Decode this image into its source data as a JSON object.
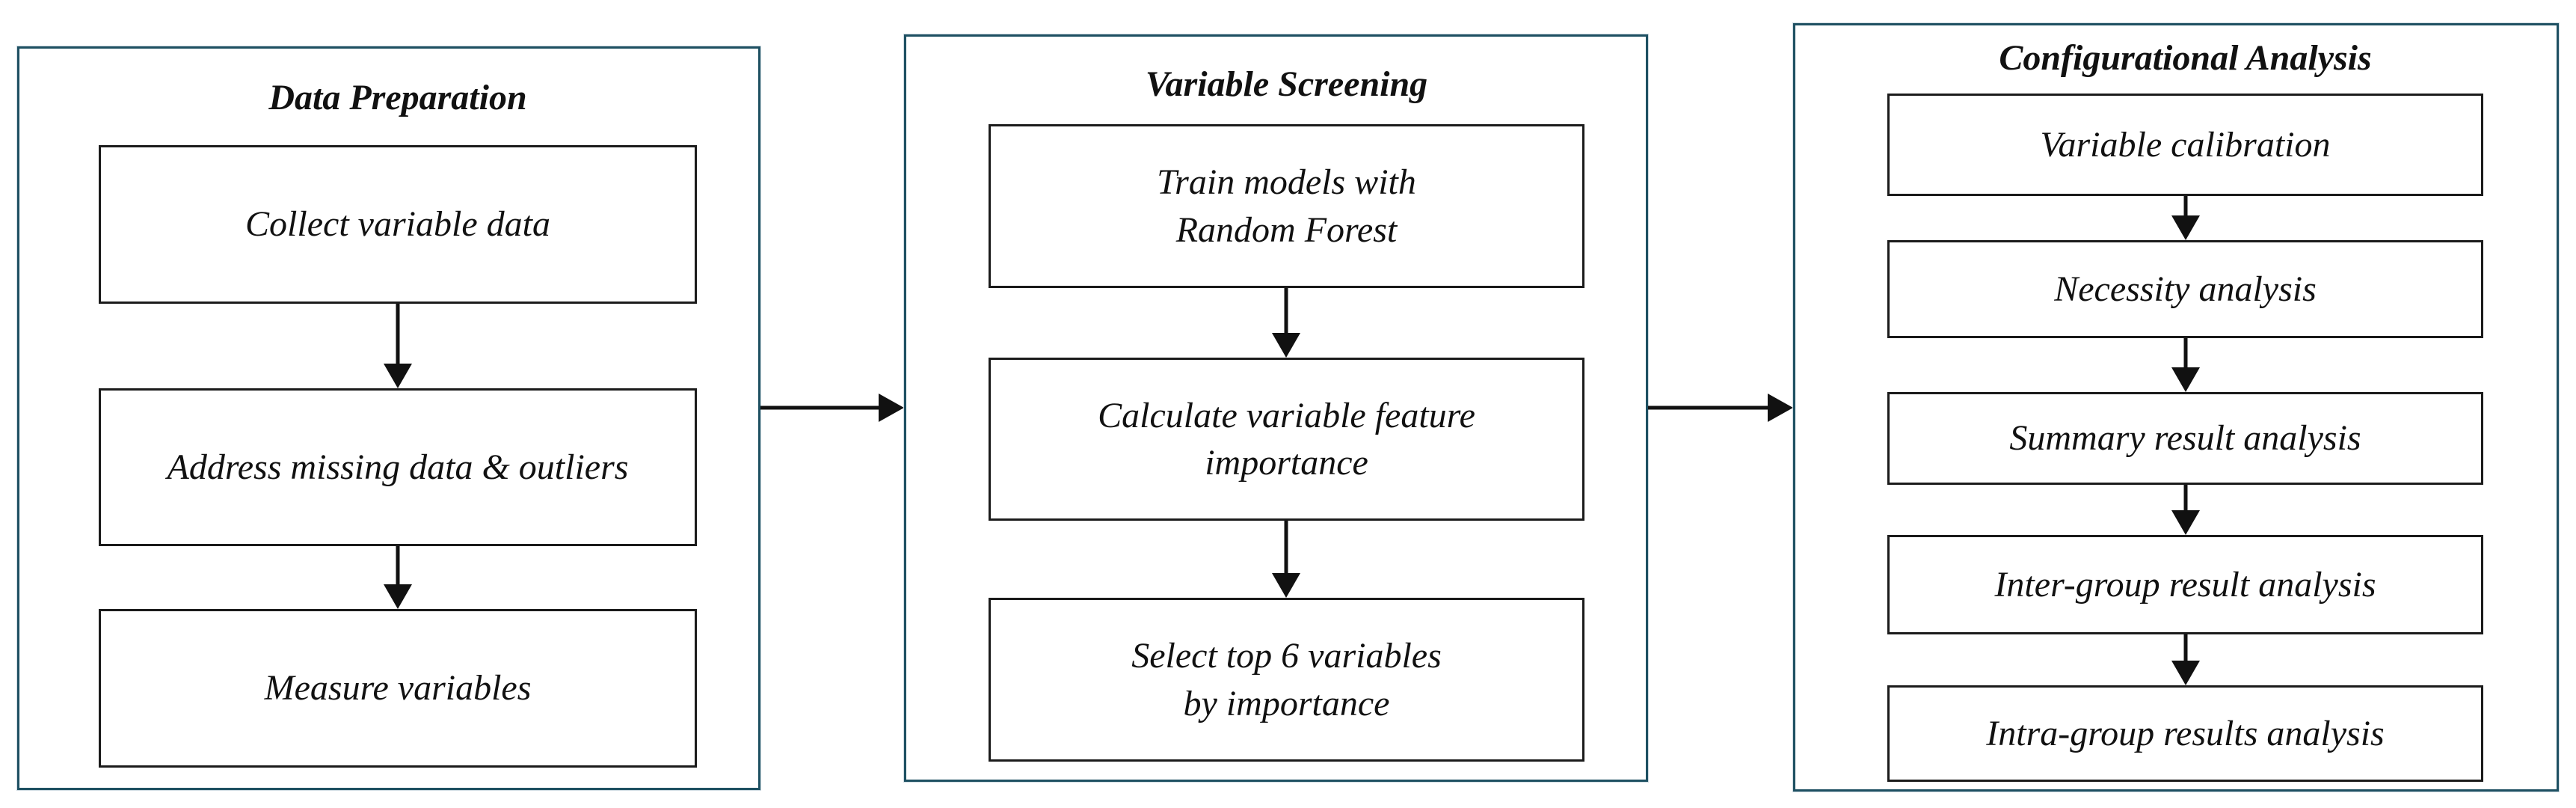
{
  "colors": {
    "background": "#ffffff",
    "panel_border": "#1e5062",
    "box_border": "#1b1b1b",
    "arrow": "#111111",
    "text": "#111111"
  },
  "panels": [
    {
      "title": "Data Preparation",
      "steps": [
        {
          "label": "Collect variable data"
        },
        {
          "label": "Address missing data & outliers"
        },
        {
          "label": "Measure variables"
        }
      ]
    },
    {
      "title": "Variable Screening",
      "steps": [
        {
          "label": "Train models with\nRandom Forest"
        },
        {
          "label": "Calculate variable feature\nimportance"
        },
        {
          "label": "Select top 6 variables\nby importance"
        }
      ]
    },
    {
      "title": "Configurational Analysis",
      "steps": [
        {
          "label": "Variable calibration"
        },
        {
          "label": "Necessity analysis"
        },
        {
          "label": "Summary result analysis"
        },
        {
          "label": "Inter-group result analysis"
        },
        {
          "label": "Intra-group results analysis"
        }
      ]
    }
  ]
}
